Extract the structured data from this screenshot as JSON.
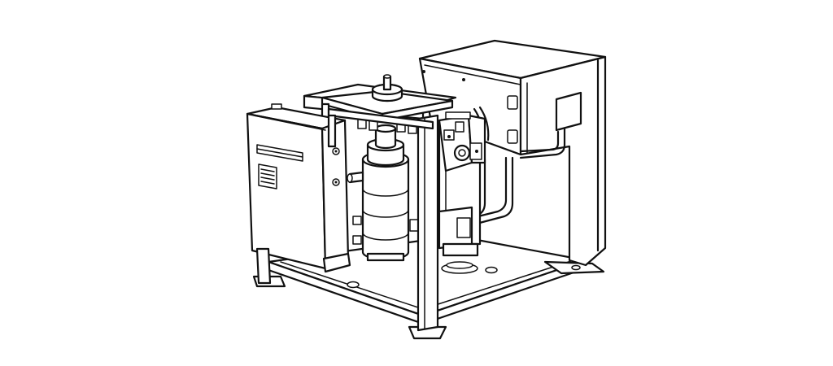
{
  "image": {
    "kind": "line-art-illustration",
    "background_color": "#ffffff",
    "line_color": "#111111",
    "components": [
      "base-frame",
      "control-panel",
      "junction-box",
      "top-mounting-plate",
      "pump-cylinder",
      "valve-block",
      "piping",
      "corner-legs"
    ]
  }
}
